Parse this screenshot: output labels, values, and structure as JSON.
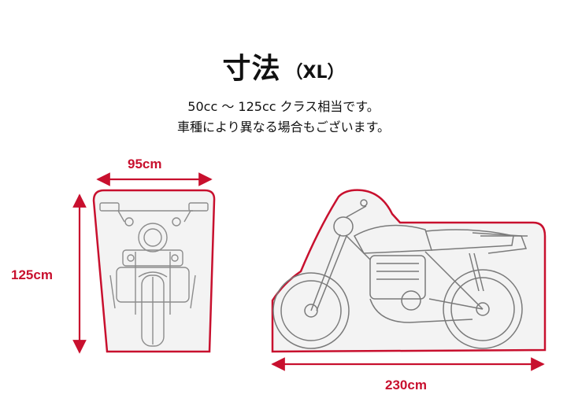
{
  "title": {
    "main": "寸法",
    "size": "（XL）"
  },
  "description": {
    "line1": "50cc ～ 125cc クラス相当です。",
    "line2": "車種により異なる場合もございます。"
  },
  "dimensions": {
    "front_width": "95cm",
    "front_height": "125cm",
    "side_length": "230cm"
  },
  "colors": {
    "accent": "#c8102e",
    "outline": "#9a9a9a",
    "cover_fill": "#f3f3f3"
  },
  "icons": [
    "front-motorcycle-icon",
    "side-motorcycle-icon"
  ]
}
